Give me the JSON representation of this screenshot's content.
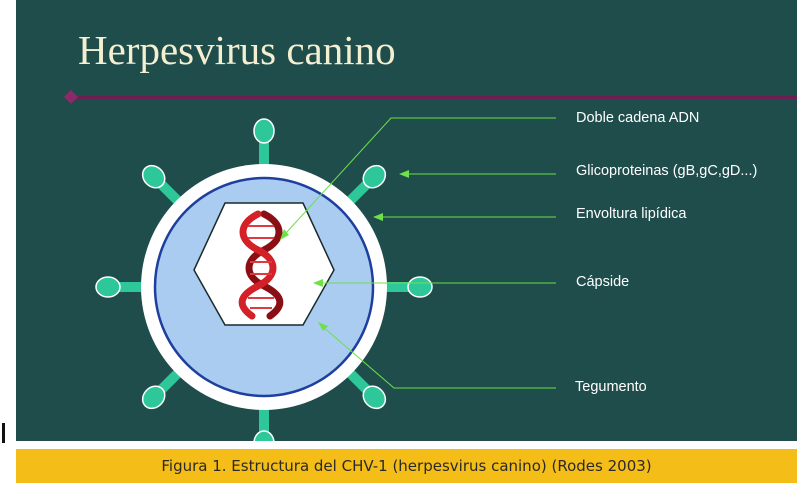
{
  "slide": {
    "title": "Herpesvirus canino",
    "labels": {
      "dna": "Doble cadena ADN",
      "glycoproteins": "Glicoproteinas (gB,gC,gD...)",
      "envelope": "Envoltura lipídica",
      "capsid": "Cápside",
      "tegument": "Tegumento"
    }
  },
  "caption": "Figura 1. Estructura del CHV-1  (herpesvirus canino) (Rodes 2003)",
  "colors": {
    "background": "#1e4d4b",
    "title": "#f5efd2",
    "divider": "#6e1f52",
    "envelope": "#ffffff",
    "tegument": "#a9ccf0",
    "membrane_ring": "#1e3f9e",
    "capsid": "#ffffff",
    "dna_helix": "#c4161c",
    "glycoprotein": "#2ec79a",
    "leader_lines": "#6ee04a",
    "caption_bar": "#f5bd18"
  }
}
